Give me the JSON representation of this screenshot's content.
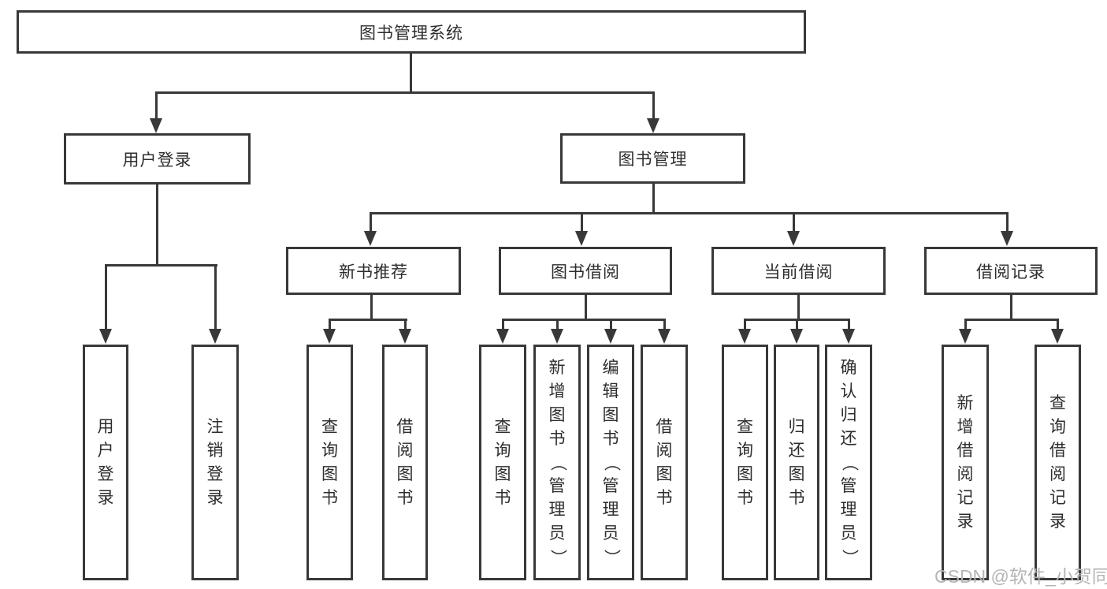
{
  "diagram": {
    "title_note": "library management system feature tree",
    "root": {
      "label": "图书管理系统"
    },
    "level2": {
      "user_login": {
        "label": "用户登录"
      },
      "book_mgmt": {
        "label": "图书管理"
      }
    },
    "level3": {
      "new_book": {
        "label": "新书推荐"
      },
      "borrow": {
        "label": "图书借阅"
      },
      "current": {
        "label": "当前借阅"
      },
      "records": {
        "label": "借阅记录"
      }
    },
    "leaves": {
      "user_login_1": "用户登录",
      "user_login_2": "注销登录",
      "new_book_1": "查询图书",
      "new_book_2": "借阅图书",
      "borrow_1": "查询图书",
      "borrow_2": "新增图书（管理员）",
      "borrow_3": "编辑图书（管理员）",
      "borrow_4": "借阅图书",
      "current_1": "查询图书",
      "current_2": "归还图书",
      "current_3": "确认归还（管理员）",
      "records_1": "新增借阅记录",
      "records_2": "查询借阅记录"
    }
  },
  "watermark": {
    "text": "CSDN @软件_小贺同学",
    "color": "#b5b5b5"
  },
  "colors": {
    "line": "#383838",
    "text": "#2d2d2d",
    "background": "#ffffff"
  }
}
